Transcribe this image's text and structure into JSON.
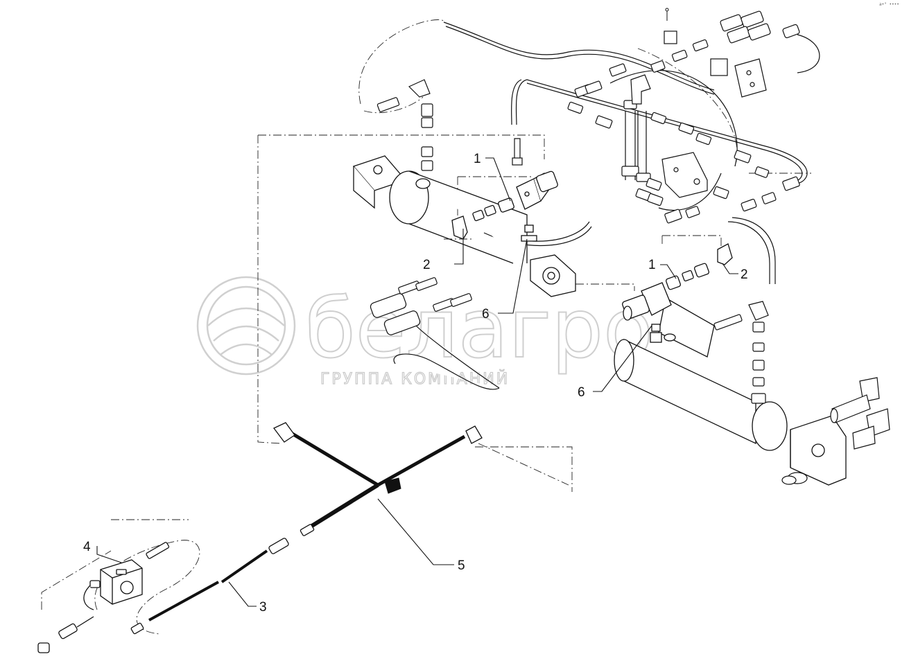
{
  "watermark": {
    "brand": "белагро",
    "subtitle": "ГРУППА КОМПАНИЙ"
  },
  "corner_mark": "a•° ••••",
  "callouts": [
    {
      "id": "c1a",
      "label": "1"
    },
    {
      "id": "c2a",
      "label": "2"
    },
    {
      "id": "c6a",
      "label": "6"
    },
    {
      "id": "c1b",
      "label": "1"
    },
    {
      "id": "c2b",
      "label": "2"
    },
    {
      "id": "c6b",
      "label": "6"
    },
    {
      "id": "c4",
      "label": "4"
    },
    {
      "id": "c5",
      "label": "5"
    },
    {
      "id": "c3",
      "label": "3"
    }
  ],
  "colors": {
    "line": "#111111",
    "watermark": "#cfcfcf"
  }
}
